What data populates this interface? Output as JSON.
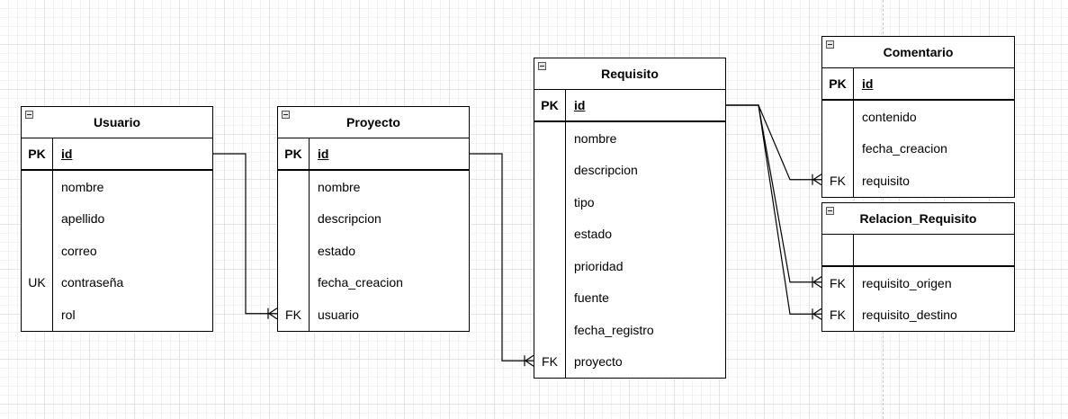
{
  "entities": [
    {
      "id": "usuario",
      "name": "Usuario",
      "attributes": [
        {
          "key": "PK",
          "name": "id",
          "primary": true
        },
        {
          "key": "",
          "name": "nombre"
        },
        {
          "key": "",
          "name": "apellido"
        },
        {
          "key": "",
          "name": "correo"
        },
        {
          "key": "UK",
          "name": "contraseña"
        },
        {
          "key": "",
          "name": "rol"
        }
      ]
    },
    {
      "id": "proyecto",
      "name": "Proyecto",
      "attributes": [
        {
          "key": "PK",
          "name": "id",
          "primary": true
        },
        {
          "key": "",
          "name": "nombre"
        },
        {
          "key": "",
          "name": "descripcion"
        },
        {
          "key": "",
          "name": "estado"
        },
        {
          "key": "",
          "name": "fecha_creacion"
        },
        {
          "key": "FK",
          "name": "usuario"
        }
      ]
    },
    {
      "id": "requisito",
      "name": "Requisito",
      "attributes": [
        {
          "key": "PK",
          "name": "id",
          "primary": true
        },
        {
          "key": "",
          "name": "nombre"
        },
        {
          "key": "",
          "name": "descripcion"
        },
        {
          "key": "",
          "name": "tipo"
        },
        {
          "key": "",
          "name": "estado"
        },
        {
          "key": "",
          "name": "prioridad"
        },
        {
          "key": "",
          "name": "fuente"
        },
        {
          "key": "",
          "name": "fecha_registro"
        },
        {
          "key": "FK",
          "name": "proyecto"
        }
      ]
    },
    {
      "id": "comentario",
      "name": "Comentario",
      "attributes": [
        {
          "key": "PK",
          "name": "id",
          "primary": true
        },
        {
          "key": "",
          "name": "contenido"
        },
        {
          "key": "",
          "name": "fecha_creacion"
        },
        {
          "key": "FK",
          "name": "requisito"
        }
      ]
    },
    {
      "id": "relacion-requisito",
      "name": "Relacion_Requisito",
      "attributes": [
        {
          "key": "",
          "name": "",
          "primary": true
        },
        {
          "key": "FK",
          "name": "requisito_origen"
        },
        {
          "key": "FK",
          "name": "requisito_destino"
        }
      ]
    }
  ],
  "relationships": [
    {
      "from": "usuario.id",
      "to": "proyecto.usuario",
      "cardinality": "one-to-many"
    },
    {
      "from": "proyecto.id",
      "to": "requisito.proyecto",
      "cardinality": "one-to-many"
    },
    {
      "from": "requisito.id",
      "to": "comentario.requisito",
      "cardinality": "one-to-many"
    },
    {
      "from": "requisito.id",
      "to": "relacion-requisito.requisito_origen",
      "cardinality": "one-to-many"
    },
    {
      "from": "requisito.id",
      "to": "relacion-requisito.requisito_destino",
      "cardinality": "one-to-many"
    }
  ]
}
